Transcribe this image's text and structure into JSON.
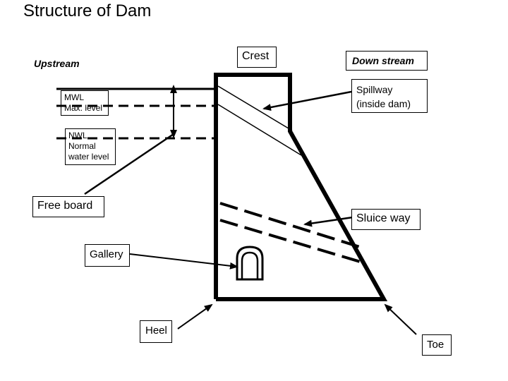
{
  "title": "Structure of Dam",
  "labels": {
    "upstream": "Upstream",
    "downstream": "Down stream",
    "crest": "Crest",
    "spillway_line1": "Spillway",
    "spillway_line2": "(inside dam)",
    "mwl_line1": "MWL",
    "mwl_line2": "Max. level",
    "nwl_line1": "NWL",
    "nwl_line2": "Normal",
    "nwl_line3": "water level",
    "free_board": "Free board",
    "sluice_way": "Sluice way",
    "gallery": "Gallery",
    "heel": "Heel",
    "toe": "Toe"
  },
  "colors": {
    "ink": "#000000",
    "background": "#ffffff"
  }
}
